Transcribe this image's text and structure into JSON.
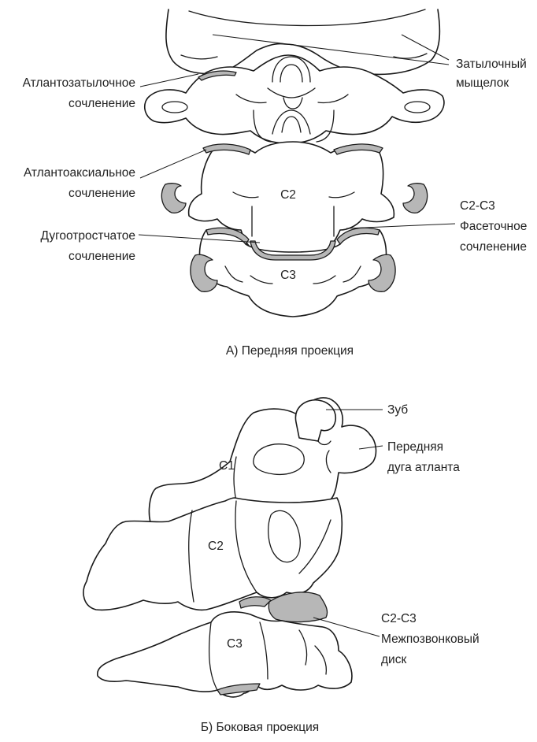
{
  "anterior": {
    "caption": "А) Передняя проекция",
    "labels": {
      "occipital_condyle_1": "Затылочный",
      "occipital_condyle_2": "мыщелок",
      "atlanto_occipital_1": "Атлантозатылочное",
      "atlanto_occipital_2": "сочленение",
      "atlanto_axial_1": "Атлантоаксиальное",
      "atlanto_axial_2": "сочленение",
      "c2_c3_facet_1": "С2-С3",
      "c2_c3_facet_2": "Фасеточное",
      "c2_c3_facet_3": "сочленение",
      "uncovertebral_1": "Дугоотростчатое",
      "uncovertebral_2": "сочленение",
      "c2": "С2",
      "c3": "С3"
    }
  },
  "lateral": {
    "caption": "Б) Боковая проекция",
    "labels": {
      "dens": "Зуб",
      "anterior_arch_1": "Передняя",
      "anterior_arch_2": "дуга атланта",
      "c1": "С1",
      "c2": "С2",
      "c3": "С3",
      "disc_1": "С2-С3",
      "disc_2": "Межпозвонковый",
      "disc_3": "диск"
    }
  },
  "colors": {
    "outline": "#1a1a1a",
    "cartilage": "#b7b7b7",
    "background": "#ffffff"
  }
}
